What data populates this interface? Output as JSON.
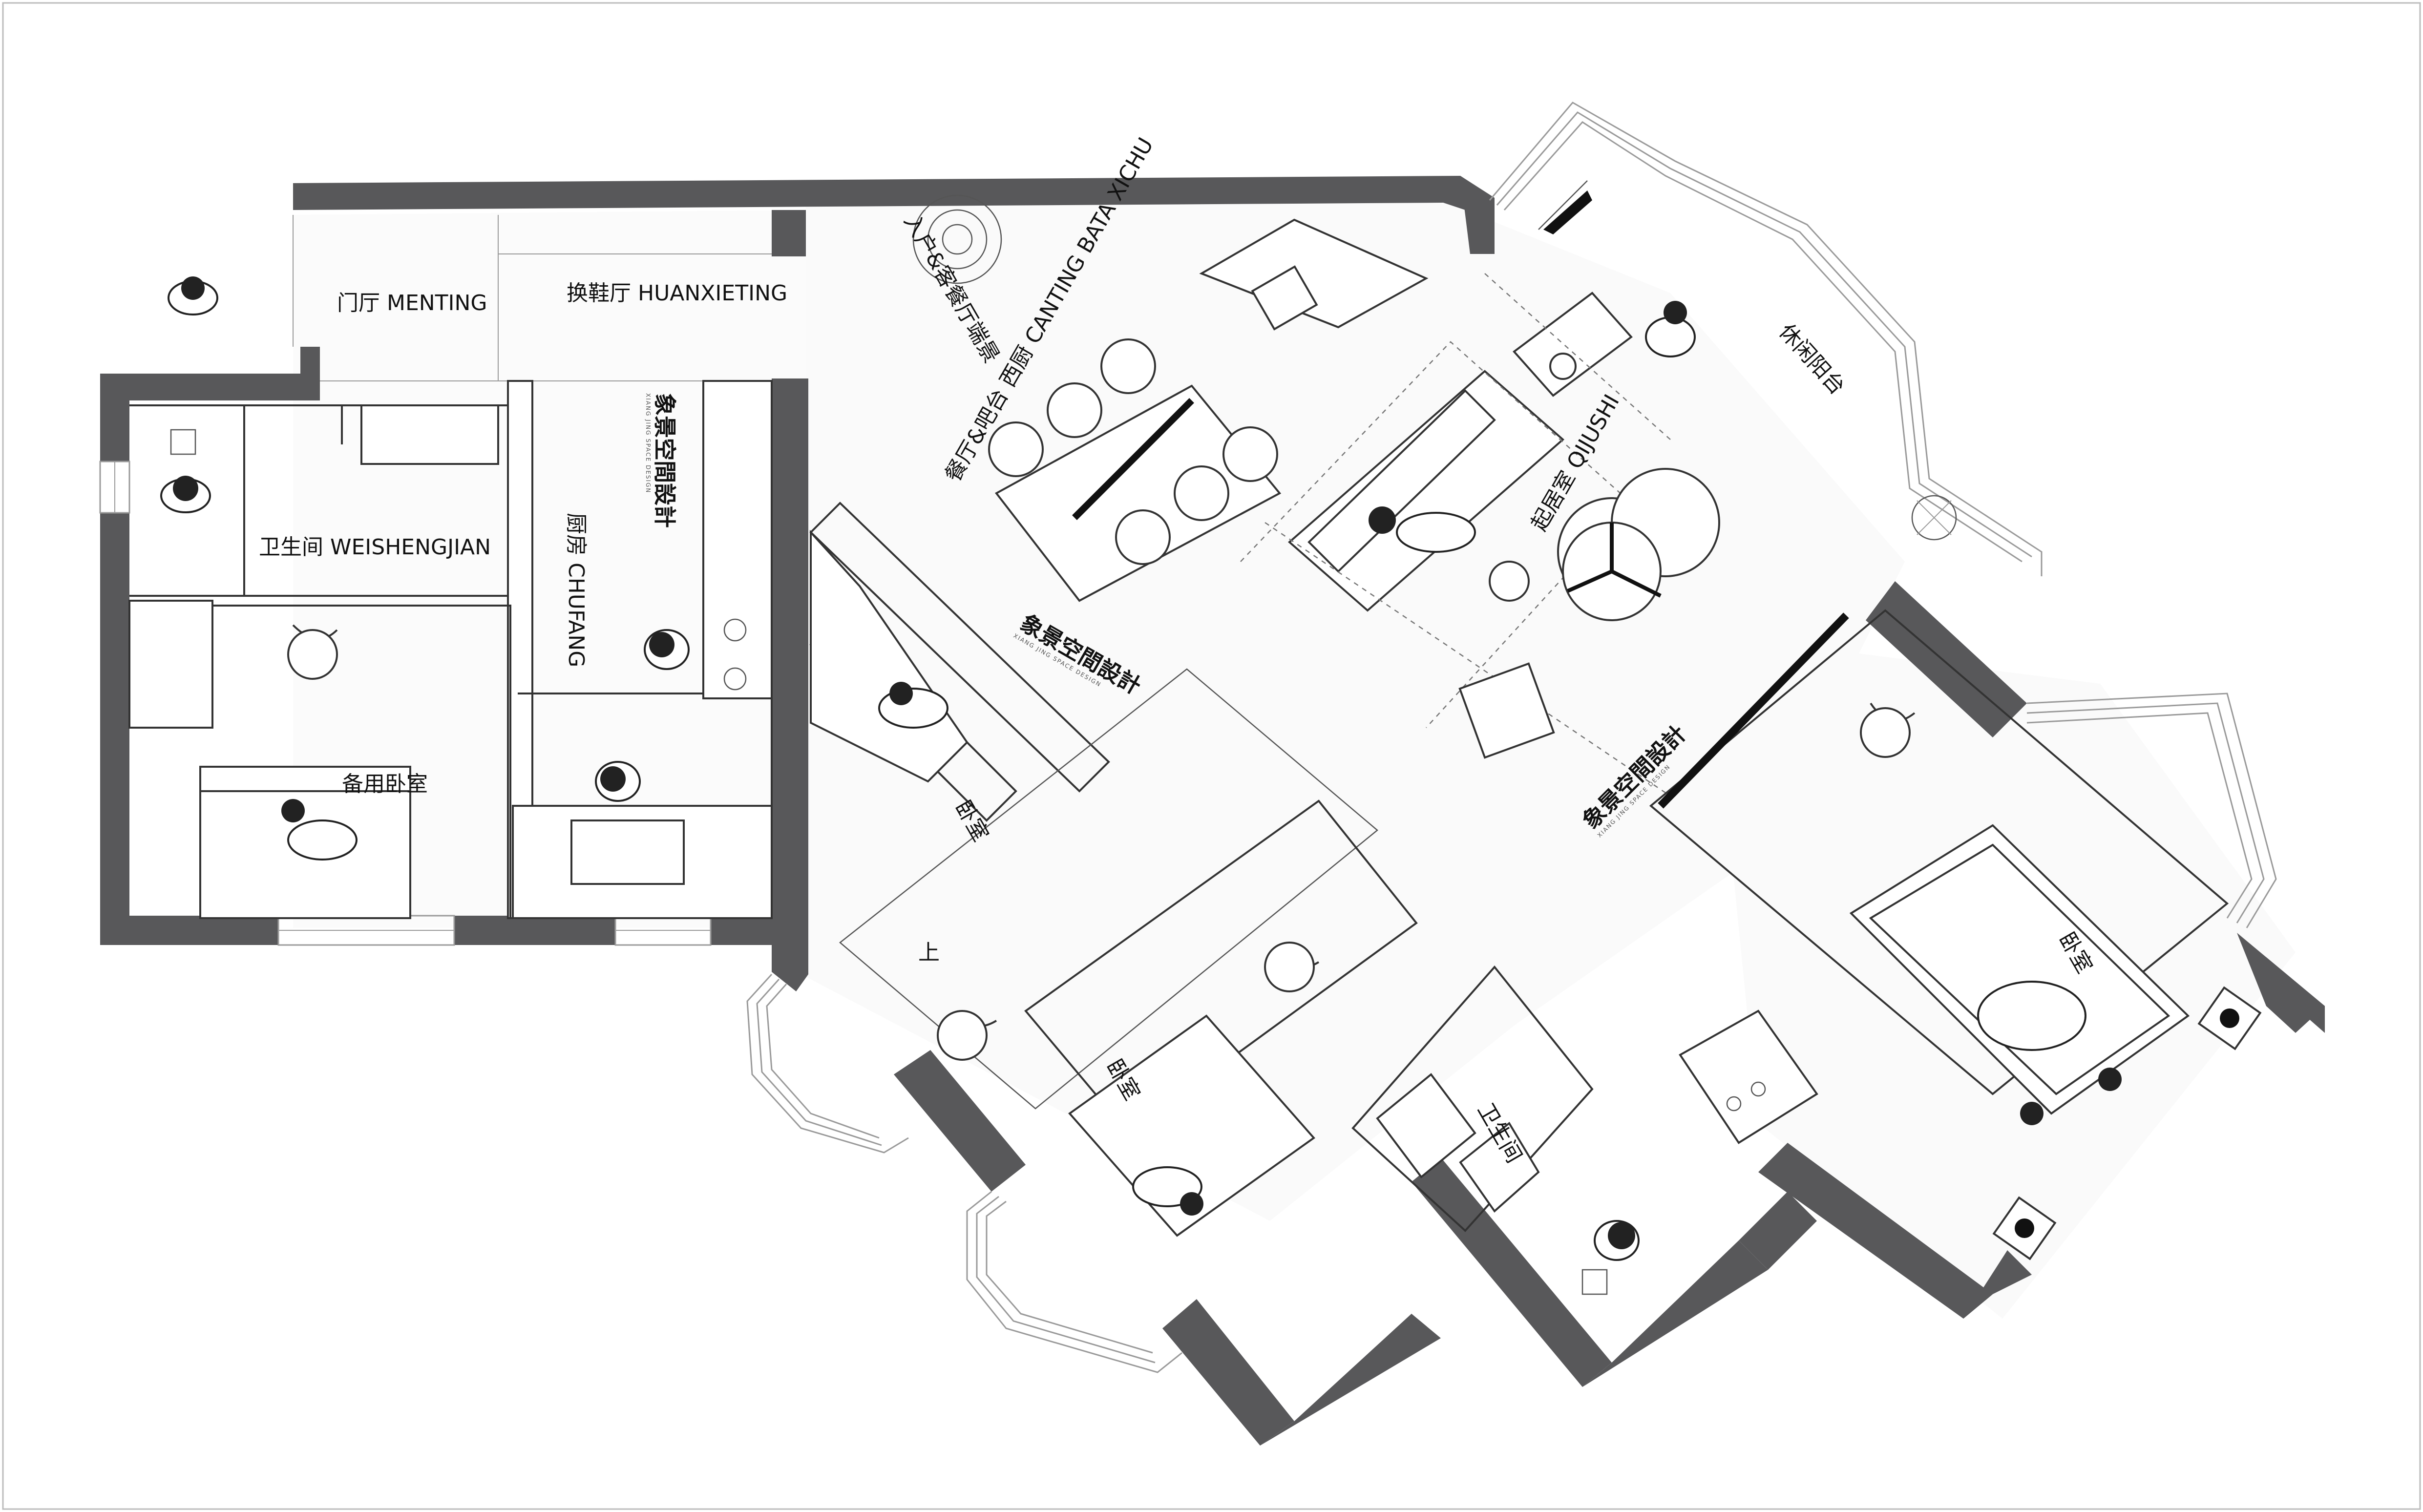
{
  "rooms": {
    "menting": "门厅 MENTING",
    "huanxieting": "换鞋厅 HUANXIETING",
    "weishengjian": "卫生间 WEISHENGJIAN",
    "chufang": "厨房 CHUFANG",
    "beiyong_woshi": "备用卧室",
    "canting": "餐厅&吧台 西厨 CANTING BATA XICHU",
    "rukou_jingguan": "入户&客餐厅端景",
    "xiuxian_yangtai": "休闲阳台",
    "qijushi": "起居室 QIJUSHI",
    "woshi_1": "卧室",
    "woshi_2": "卧室",
    "woshi_3": "卧室",
    "weishengjian_2": "卫生间",
    "stair_up": "上"
  },
  "watermark": {
    "brand": "象景空間設計",
    "sub": "XIANG JING SPACE DESIGN"
  },
  "colors": {
    "wall": "#58585a",
    "line": "#333333",
    "background": "#ffffff"
  }
}
